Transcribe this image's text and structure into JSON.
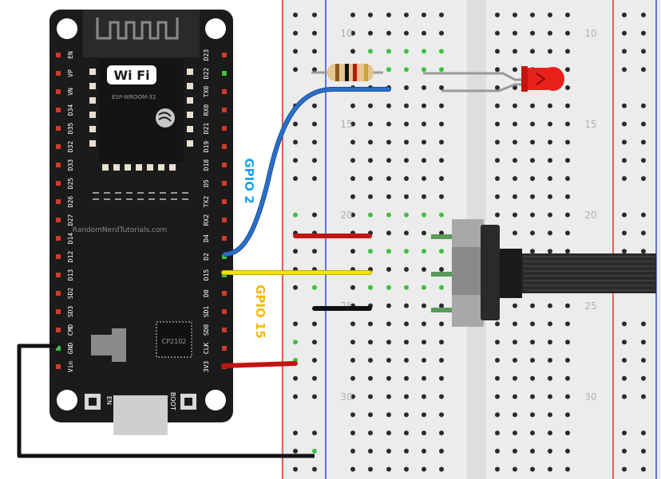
{
  "board": {
    "module_name": "ESP-WROOM-32",
    "wifi_logo": "Wi Fi",
    "watermark": "RandomNerdTutorials.com",
    "usb_chip": "CP2102",
    "button_en": "EN",
    "button_boot": "BOOT",
    "pins_left": [
      "EN",
      "VP",
      "VN",
      "D34",
      "D35",
      "D32",
      "D33",
      "D25",
      "D26",
      "D27",
      "D14",
      "D12",
      "D13",
      "SD2",
      "SD3",
      "CMD",
      "GND",
      "Vin"
    ],
    "pins_right": [
      "D23",
      "D22",
      "TX0",
      "RX0",
      "D21",
      "D19",
      "D18",
      "D5",
      "TX2",
      "RX2",
      "D4",
      "D2",
      "D15",
      "D0",
      "SD1",
      "SD0",
      "CLK",
      "3V3"
    ]
  },
  "breadboard": {
    "row_numbers_left": [
      "10",
      "15",
      "20",
      "25",
      "30"
    ],
    "row_numbers_right": [
      "10",
      "15",
      "20",
      "25",
      "30"
    ]
  },
  "labels": {
    "gpio2": "GPIO 2",
    "gpio15": "GPIO 15"
  },
  "colors": {
    "board": "#1b1b1b",
    "wire_blue": "#2a6fc9",
    "wire_yellow": "#f2e600",
    "wire_red": "#c3140f",
    "wire_black": "#111111",
    "led": "#e8211c",
    "label_gpio2": "#1aa3e8",
    "label_gpio15": "#f2b900",
    "rail_red": "#e03030",
    "rail_blue": "#3050d0",
    "breadboard": "#ececec"
  }
}
